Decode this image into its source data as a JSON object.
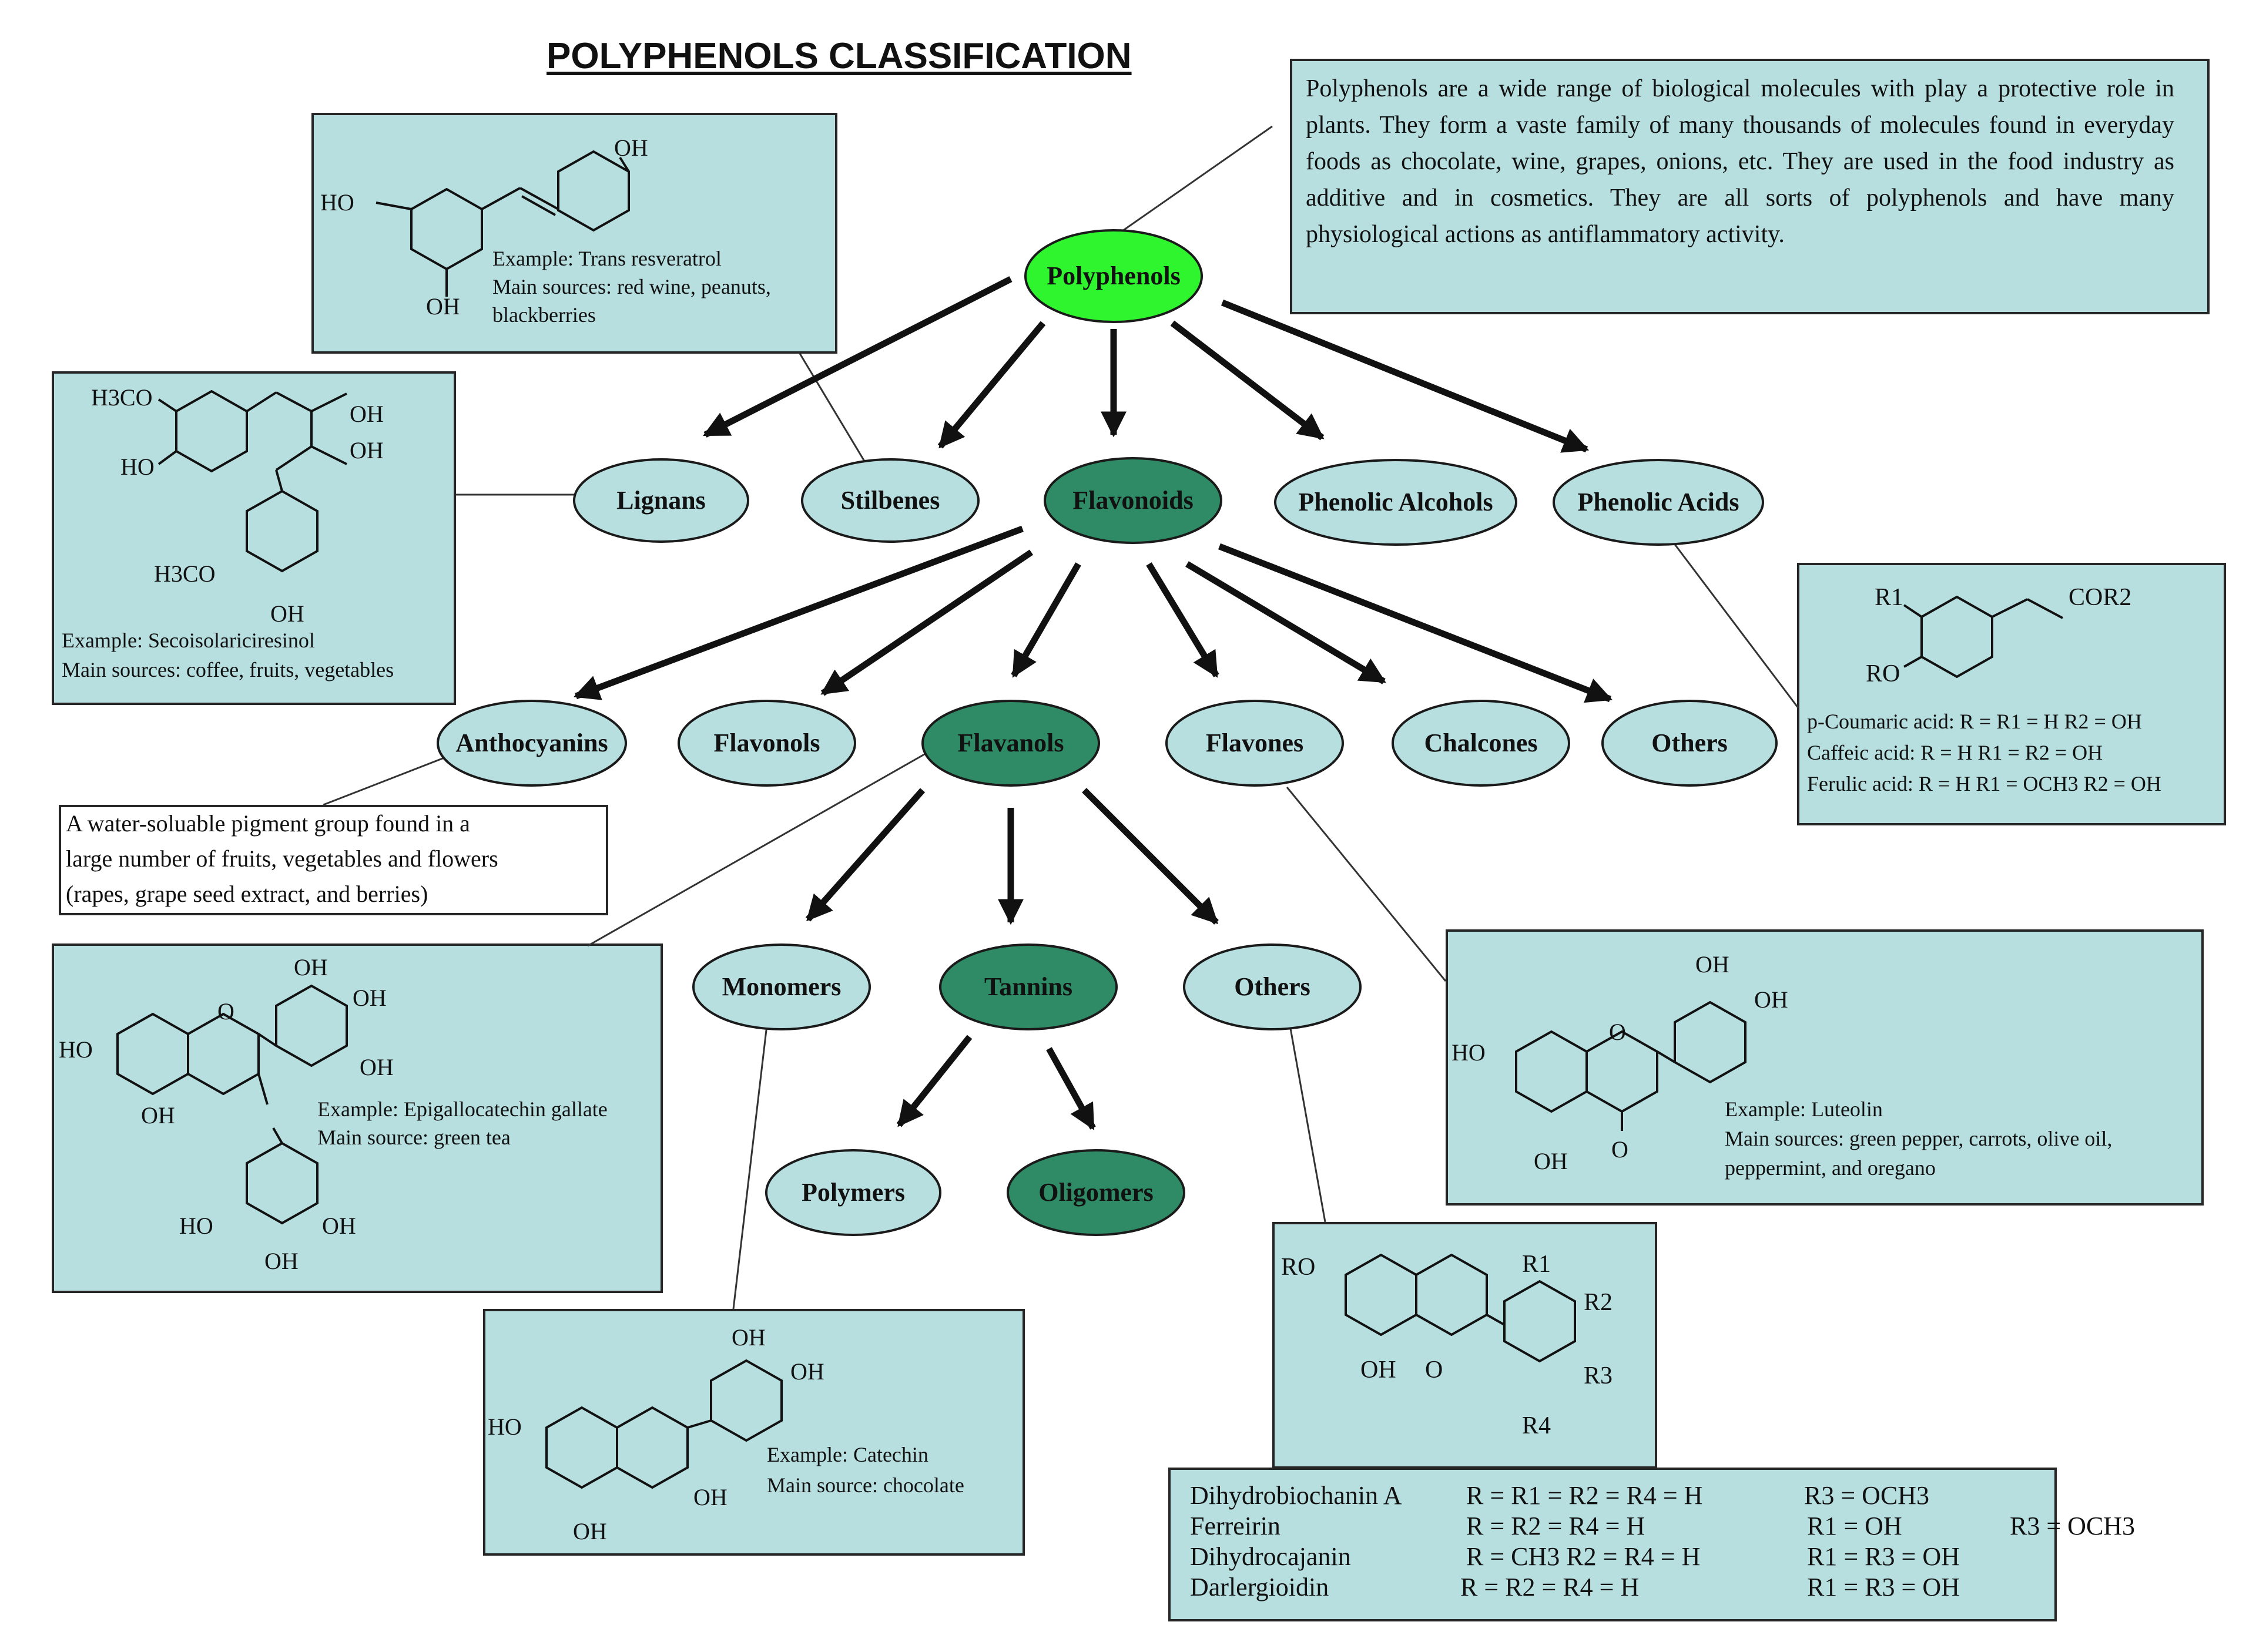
{
  "title": "POLYPHENOLS CLASSIFICATION",
  "description": "Polyphenols are a wide range of biological molecules with play a protective role in plants. They form a vaste family of many thousands of molecules found in everyday foods as chocolate, wine, grapes, onions, etc. They are used in the food industry as additive and in cosmetics. They are all sorts of polyphenols and have many physiological actions as antiflammatory activity.",
  "nodes": {
    "polyphenols": "Polyphenols",
    "lignans": "Lignans",
    "stilbenes": "Stilbenes",
    "flavonoids": "Flavonoids",
    "phenolic_alcohols": "Phenolic Alcohols",
    "phenolic_acids": "Phenolic Acids",
    "anthocyanins": "Anthocyanins",
    "flavonols": "Flavonols",
    "flavanols": "Flavanols",
    "flavones": "Flavones",
    "chalcones": "Chalcones",
    "others_flavonoids": "Others",
    "monomers": "Monomers",
    "tannins": "Tannins",
    "others_flavanols": "Others",
    "polymers": "Polymers",
    "oligomers": "Oligomers"
  },
  "colors": {
    "box_fill": "#b7dfe0",
    "node_light": "#b7dfe0",
    "node_dark": "#2e8b65",
    "node_bright": "#2ff52f",
    "border": "#262626"
  },
  "stilbene_box": {
    "example": "Example: Trans resveratrol",
    "sources": "Main sources: red wine, peanuts,",
    "sources2": "blackberries",
    "atoms": {
      "oh_top": "OH",
      "ho_left": "HO",
      "oh_bottom": "OH"
    }
  },
  "lignan_box": {
    "example": "Example: Secoisolariciresinol",
    "sources": "Main sources: coffee, fruits, vegetables",
    "atoms": {
      "h3co_top": "H3CO",
      "ho_top": "HO",
      "oh_a": "OH",
      "oh_b": "OH",
      "h3co_bottom": "H3CO",
      "oh_bottom": "OH"
    }
  },
  "phenolic_acid_box": {
    "atoms": {
      "r1": "R1",
      "cor2": "COR2",
      "ro": "RO"
    },
    "rows": [
      "p-Coumaric acid: R = R1 = H  R2 = OH",
      "Caffeic acid: R = H R1 = R2 = OH",
      "Ferulic acid: R = H R1 = OCH3 R2 = OH"
    ]
  },
  "anthocyanin_note": {
    "lines": [
      "A water-soluable pigment group found in a",
      "large number of fruits, vegetables and flowers",
      "(rapes, grape seed extract, and berries)"
    ]
  },
  "egcg_box": {
    "example": "Example: Epigallocatechin gallate",
    "sources": "Main source: green tea",
    "atoms": {
      "oh1": "OH",
      "oh2": "OH",
      "oh3": "OH",
      "ho": "HO",
      "oh4": "OH",
      "o": "O",
      "ho2": "HO",
      "oh5": "OH",
      "oh6": "OH"
    }
  },
  "luteolin_box": {
    "example": "Example: Luteolin",
    "sources": "Main sources: green pepper, carrots, olive oil,",
    "sources2": "peppermint, and oregano",
    "atoms": {
      "oh1": "OH",
      "oh2": "OH",
      "ho": "HO",
      "oh3": "OH",
      "o": "O"
    }
  },
  "catechin_box": {
    "example": "Example: Catechin",
    "sources": "Main source: chocolate",
    "atoms": {
      "oh1": "OH",
      "oh2": "OH",
      "ho": "HO",
      "oh3": "OH",
      "oh4": "OH"
    }
  },
  "isoflavone_box": {
    "atoms": {
      "ro": "RO",
      "oh": "OH",
      "o": "O",
      "r1": "R1",
      "r2": "R2",
      "r3": "R3",
      "r4": "R4"
    }
  },
  "isoflavone_table": {
    "rows": [
      {
        "name": "Dihydrobiochanin A",
        "c1": "R = R1 = R2 = R4 = H",
        "c2": "R3 = OCH3",
        "c3": ""
      },
      {
        "name": "Ferreirin",
        "c1": "R = R2 = R4 = H",
        "c2": "R1 = OH",
        "c3": "R3 = OCH3"
      },
      {
        "name": "Dihydrocajanin",
        "c1": "R = CH3     R2 = R4 = H",
        "c2": "R1 = R3 = OH",
        "c3": ""
      },
      {
        "name": "Darlergioidin",
        "c1": "R =   R2 = R4 = H",
        "c2": "R1 = R3 = OH",
        "c3": ""
      }
    ]
  }
}
